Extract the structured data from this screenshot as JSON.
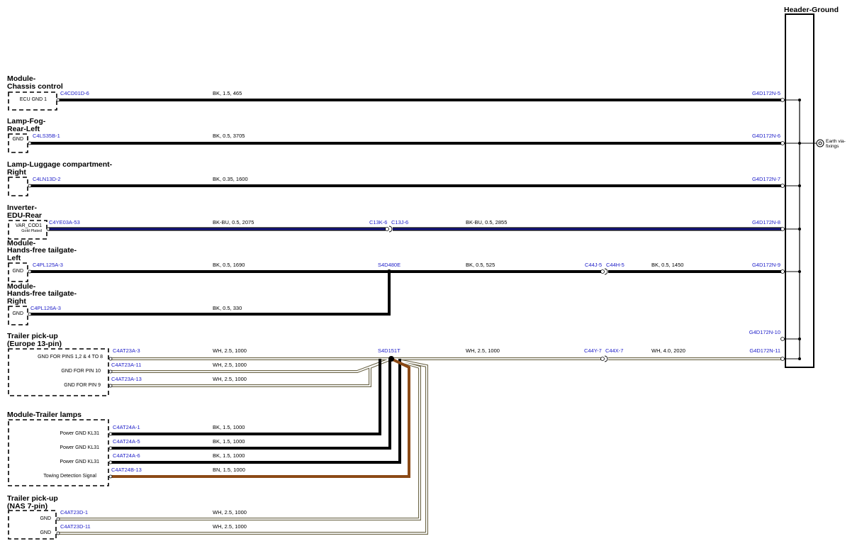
{
  "header": {
    "title": "Header-Ground"
  },
  "earth": {
    "line1": "Earth via-",
    "line2": "fixings"
  },
  "colors": {
    "BK": "#000000",
    "BU": "#1a1a8c",
    "WH": "#ffffff",
    "WH_outline": "#6b6446",
    "BN": "#8b4a16",
    "conn": "#1c1cc8"
  },
  "modules": [
    {
      "title1": "Module-",
      "title2": "Chassis control",
      "pin": "ECU GND 1",
      "connector": "C4CD01D-6",
      "wire": "BK,  1.5,  465",
      "target": "G4D172N-5"
    },
    {
      "title1": "Lamp-Fog-",
      "title2": "Rear-Left",
      "pin": "GND",
      "connector": "C4LS35B-1",
      "wire": "BK,  0.5,  3705",
      "target": "G4D172N-6"
    },
    {
      "title1": "Lamp-Luggage compartment-",
      "title2": "Right",
      "pin": "",
      "connector": "C4LN13D-2",
      "wire": "BK,  0.35,  1600",
      "target": "G4D172N-7"
    },
    {
      "title1": "Inverter-",
      "title2": "EDU-Rear",
      "pin": "VAR_COD1",
      "pin2": "Gold Plated",
      "connector": "C4YE03A-53",
      "wire": "BK-BU,  0.5,  2075",
      "splice_left": "C13K-6",
      "splice_right": "C13J-6",
      "wire2": "BK-BU,  0.5,  2855",
      "target": "G4D172N-8"
    },
    {
      "title1": "Module-",
      "title2": "Hands-free tailgate-",
      "title3": "Left",
      "pin": "GND",
      "connector": "C4PL125A-3",
      "wire": "BK,  0.5,  1690",
      "splice": "S4D480E",
      "wire2": "BK,  0.5,  525",
      "inline_left": "C44J-5",
      "inline_right": "C44H-5",
      "wire3": "BK,  0.5,  1450",
      "target": "G4D172N-9"
    },
    {
      "title1": "Module-",
      "title2": "Hands-free tailgate-",
      "title3": "Right",
      "pin": "GND",
      "connector": "C4PL126A-3",
      "wire": "BK,  0.5,  330"
    }
  ],
  "trailer13": {
    "title1": "Trailer pick-up",
    "title2": "(Europe 13-pin)",
    "pins": [
      {
        "pin": "GND FOR PINS 1,2 & 4 TO 8",
        "connector": "C4AT23A-3",
        "wire": "WH,  2.5,  1000"
      },
      {
        "pin": "GND FOR PIN 10",
        "connector": "C4AT23A-11",
        "wire": "WH,  2.5,  1000"
      },
      {
        "pin": "GND FOR PIN 9",
        "connector": "C4AT23A-13",
        "wire": "WH,  2.5,  1000"
      }
    ],
    "splice": "S4D151T",
    "wire2": "WH,  2.5,  1000",
    "inline_left": "C44Y-7",
    "inline_right": "C44X-7",
    "wire3": "WH,  4.0,  2020",
    "target": "G4D172N-11",
    "target_unused": "G4D172N-10"
  },
  "trailer_lamps": {
    "title": "Module-Trailer lamps",
    "pins": [
      {
        "pin": "Power GND KL31",
        "connector": "C4AT24A-1",
        "wire": "BK,  1.5,  1000"
      },
      {
        "pin": "Power GND KL31",
        "connector": "C4AT24A-5",
        "wire": "BK,  1.5,  1000"
      },
      {
        "pin": "Power GND KL31",
        "connector": "C4AT24A-6",
        "wire": "BK,  1.5,  1000"
      },
      {
        "pin": "Towing Detection Signal",
        "connector": "C4AT24B-13",
        "wire": "BN,  1.5,  1000"
      }
    ]
  },
  "trailer7": {
    "title1": "Trailer pick-up",
    "title2": "(NAS 7-pin)",
    "pins": [
      {
        "pin": "GND",
        "connector": "C4AT23D-1",
        "wire": "WH,  2.5,  1000"
      },
      {
        "pin": "GND",
        "connector": "C4AT23D-11",
        "wire": "WH,  2.5,  1000"
      }
    ]
  }
}
